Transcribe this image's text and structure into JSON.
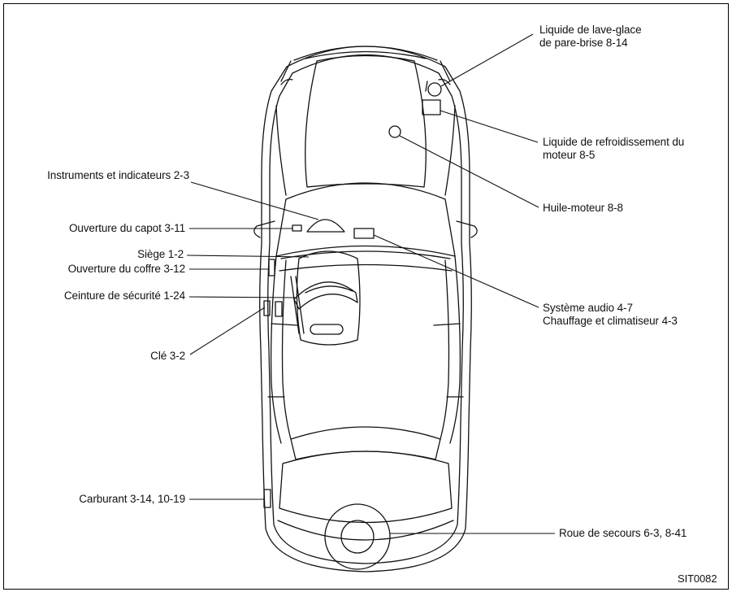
{
  "labels": {
    "washer_fluid_line1": "Liquide de lave-glace",
    "washer_fluid_line2": "de pare-brise 8-14",
    "coolant_line1": "Liquide de refroidissement du",
    "coolant_line2": "moteur 8-5",
    "engine_oil": "Huile-moteur 8-8",
    "instruments": "Instruments et indicateurs 2-3",
    "hood_release": "Ouverture du capot 3-11",
    "seat": "Siège 1-2",
    "trunk_release": "Ouverture du coffre 3-12",
    "seat_belt": "Ceinture de sécurité 1-24",
    "audio": "Système audio 4-7",
    "heater_ac": "Chauffage et climatiseur 4-3",
    "key": "Clé 3-2",
    "fuel": "Carburant 3-14, 10-19",
    "spare_tire": "Roue de secours 6-3, 8-41"
  },
  "figure_code": "SIT0082"
}
